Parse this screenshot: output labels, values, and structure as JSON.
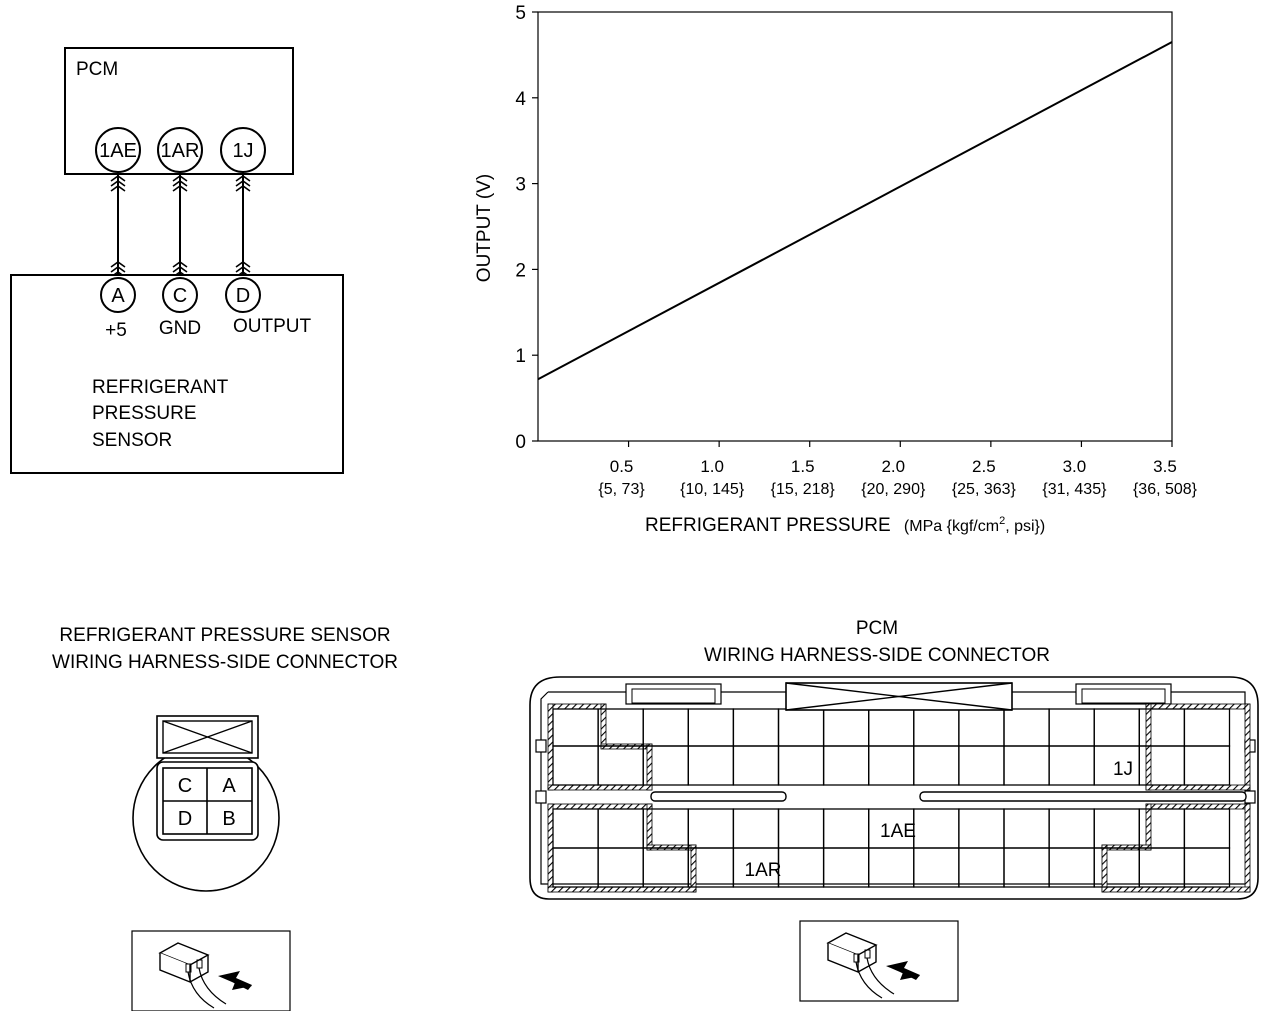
{
  "schematic": {
    "pcm_label": "PCM",
    "pcm_terminals": [
      "1AE",
      "1AR",
      "1J"
    ],
    "sensor_terminals": [
      "A",
      "C",
      "D"
    ],
    "sensor_terminal_labels": [
      "+5",
      "GND",
      "OUTPUT"
    ],
    "sensor_name_lines": [
      "REFRIGERANT",
      "PRESSURE",
      "SENSOR"
    ]
  },
  "chart_data": {
    "type": "line",
    "ylabel": "OUTPUT (V)",
    "xlabel_main": "REFRIGERANT PRESSURE",
    "xlabel_units_pre": "(MPa {kgf/cm",
    "xlabel_units_sup": "2",
    "xlabel_units_post": ", psi})",
    "xlim": [
      0,
      3.5
    ],
    "ylim": [
      0,
      5
    ],
    "y_ticks": [
      "0",
      "1",
      "2",
      "3",
      "4",
      "5"
    ],
    "x_ticks": [
      {
        "value": 0.5,
        "label": "0.5",
        "sub": "{5, 73}"
      },
      {
        "value": 1.0,
        "label": "1.0",
        "sub": "{10, 145}"
      },
      {
        "value": 1.5,
        "label": "1.5",
        "sub": "{15, 218}"
      },
      {
        "value": 2.0,
        "label": "2.0",
        "sub": "{20, 290}"
      },
      {
        "value": 2.5,
        "label": "2.5",
        "sub": "{25, 363}"
      },
      {
        "value": 3.0,
        "label": "3.0",
        "sub": "{31, 435}"
      },
      {
        "value": 3.5,
        "label": "3.5",
        "sub": "{36, 508}"
      }
    ],
    "series": [
      {
        "x": [
          0,
          3.5
        ],
        "y": [
          0.72,
          4.65
        ]
      }
    ]
  },
  "sensor_connector": {
    "title_line1": "REFRIGERANT PRESSURE SENSOR",
    "title_line2": "WIRING HARNESS-SIDE CONNECTOR",
    "pins": [
      "C",
      "A",
      "D",
      "B"
    ]
  },
  "pcm_connector": {
    "title_line1": "PCM",
    "title_line2": "WIRING HARNESS-SIDE CONNECTOR",
    "labels": [
      "1J",
      "1AE",
      "1AR"
    ]
  }
}
